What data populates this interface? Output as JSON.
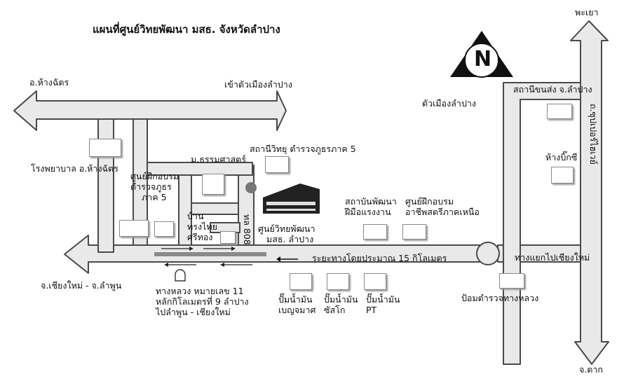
{
  "title": "แผนที่ศูนย์วิทยพัฒนา มสธ. จังหวัดลำปาง",
  "north_letter": "N",
  "destinations": {
    "hang_chat": "อ.ห้างฉัตร",
    "into_town": "เข้าตัวเมืองลำปาง",
    "town": "ตัวเมืองลำปาง",
    "phayao": "พะเยา",
    "tak": "จ.ตาก",
    "chiang_mai": "จ.เชียงใหม่ - จ.ลำพูน",
    "junction": "ทางแยกไปเชียงใหม่"
  },
  "places": {
    "hospital": "โรงพยาบาล อ.ห้างฉัตร",
    "university": "ม.ธรรมศาสตร์",
    "radio": "สถานีวิทยุ ตำรวจภูธรภาค 5",
    "police_training": [
      "ศูนย์ฝึกอบรม",
      "ตำรวจภูธร",
      "ภาค 5"
    ],
    "thai_house": [
      "บ้าน",
      "ทรงไทย",
      "ศรีทอง"
    ],
    "stou_center": [
      "ศูนย์วิทยพัฒนา",
      "มสธ. ลำปาง"
    ],
    "labor_institute": [
      "สถาบันพัฒนา",
      "ฝีมือแรงงาน"
    ],
    "women_training": [
      "ศูนย์ฝึกอบรม",
      "อาชีพสตรีภาคเหนือ"
    ],
    "bus_station": "สถานีขนส่ง จ.ลำปาง",
    "big_c": "ห้างบิ๊กซี",
    "super_highway": "ถ.ซุปเปอร์ไฮเวย์",
    "police_box": "ป้อมตำรวจทางหลวง",
    "road_808": "ทล 808",
    "distance": "ระยะทางโดยประมาณ 15 กิโลเมตร",
    "highway_marker": [
      "ทางหลวง    หมายเลข  11",
      "หลักกิโลเมตรที่  9  ลำปาง",
      "ไปลำพูน - เชียงใหม่"
    ],
    "gas1": [
      "ปั๊มน้ำมัน",
      "เบญจมาศ"
    ],
    "gas2": [
      "ปั๊มน้ำมัน",
      "ซัสโก"
    ],
    "gas3": [
      "ปั๊มน้ำมัน",
      "PT"
    ]
  }
}
